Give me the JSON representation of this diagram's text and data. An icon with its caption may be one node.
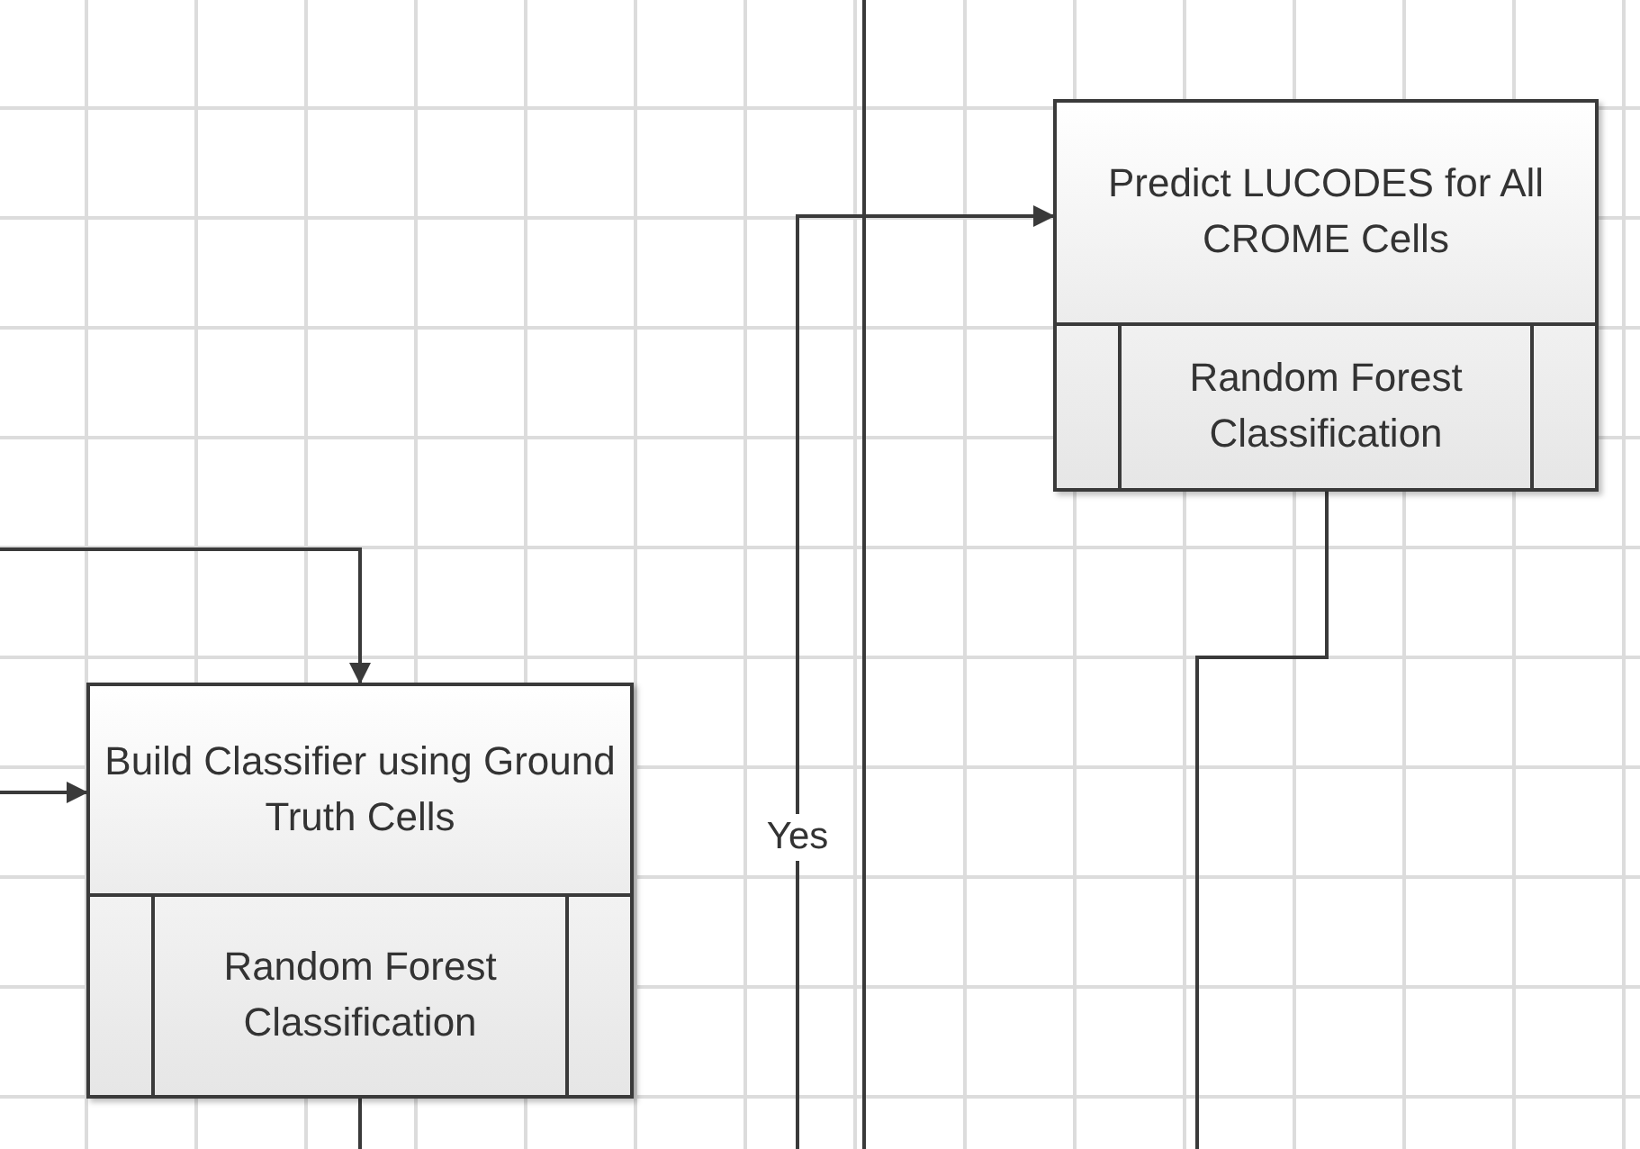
{
  "diagram": {
    "nodes": [
      {
        "text": [
          "Predict LUCODES for All CROME Cells",
          "Random Forest Classification"
        ]
      },
      {
        "text": [
          "Build Classifier using Ground Truth Cells",
          "Random Forest Classification"
        ]
      }
    ],
    "edges": [
      {
        "from": null,
        "to": 1,
        "arrow": "to"
      },
      {
        "from": null,
        "to": 1,
        "arrow": "to"
      },
      {
        "from": 1,
        "to": null,
        "arrow": "none"
      },
      {
        "from": null,
        "to": 0,
        "arrow": "to",
        "label": "Yes"
      },
      {
        "from": 0,
        "to": null,
        "arrow": "none"
      }
    ]
  }
}
